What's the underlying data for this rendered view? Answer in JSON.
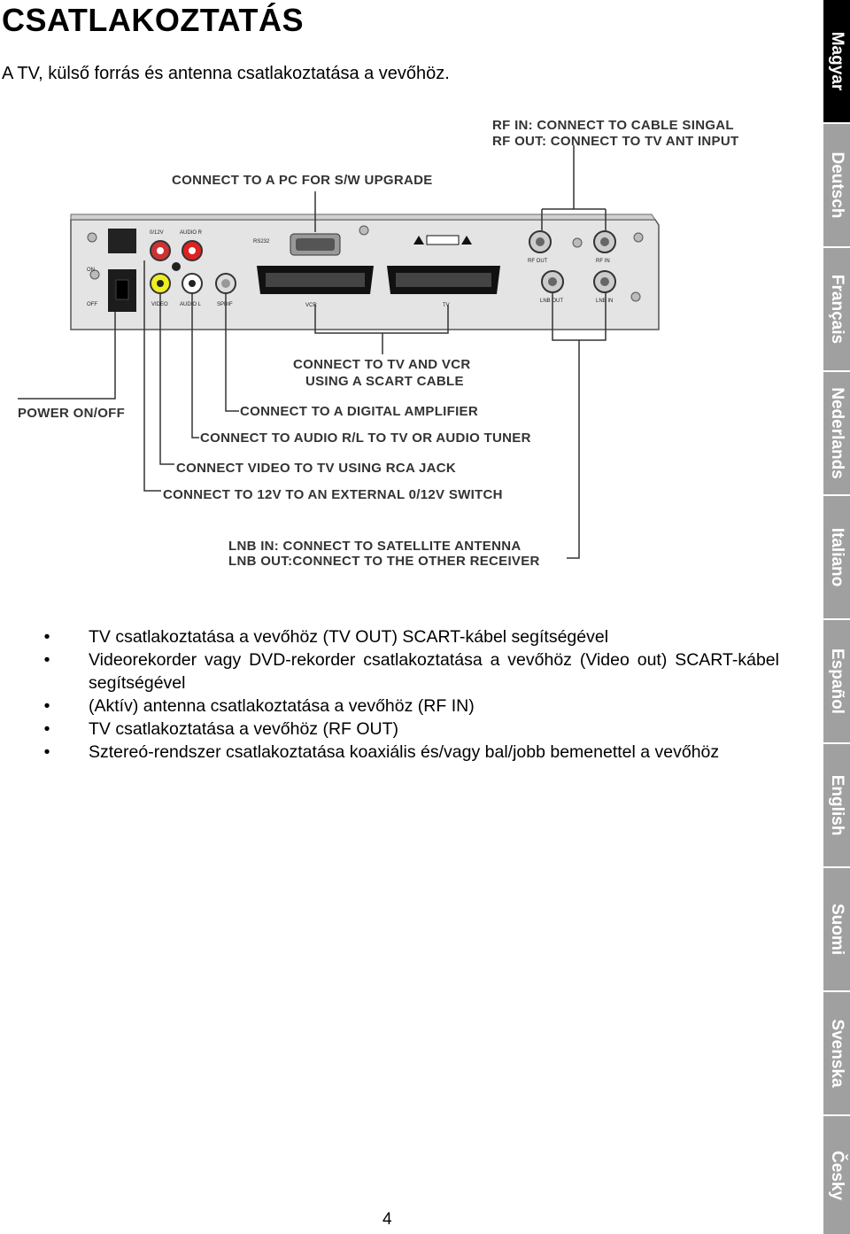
{
  "title": "CSATLAKOZTATÁS",
  "intro": "A TV, külső forrás és antenna csatlakoztatása a vevőhöz.",
  "diagram": {
    "labels": {
      "rf": [
        "RF IN: CONNECT TO CABLE SINGAL",
        "RF OUT: CONNECT TO TV ANT INPUT"
      ],
      "pc": "CONNECT TO A PC FOR S/W UPGRADE",
      "scart": [
        "CONNECT TO TV AND VCR",
        "USING A SCART CABLE"
      ],
      "power": "POWER ON/OFF",
      "amp": "CONNECT TO A DIGITAL AMPLIFIER",
      "audio": "CONNECT TO AUDIO R/L TO TV OR AUDIO TUNER",
      "video": "CONNECT VIDEO TO TV USING RCA JACK",
      "v12": "CONNECT TO 12V TO AN EXTERNAL 0/12V SWITCH",
      "lnb": [
        "LNB IN: CONNECT TO SATELLITE ANTENNA",
        "LNB OUT:CONNECT TO THE OTHER RECEIVER"
      ]
    },
    "panel": {
      "on": "ON",
      "off": "OFF",
      "v12": "0/12V",
      "audio_r": "AUDIO R",
      "video": "VIDEO",
      "audio_l": "AUDIO L",
      "spdif": "SPDIF",
      "rs232": "RS232",
      "vcr": "VCR",
      "tv": "TV",
      "rf_out": "RF OUT",
      "rf_in": "RF IN",
      "lnb_out": "LNB OUT",
      "lnb_in": "LNB IN"
    }
  },
  "bullets": [
    "TV csatlakoztatása a vevőhöz (TV OUT) SCART-kábel segítségével",
    "Videorekorder vagy DVD-rekorder csatlakoztatása a vevőhöz (Video out) SCART-kábel segítségével",
    "(Aktív) antenna csatlakoztatása a vevőhöz (RF IN)",
    "TV csatlakoztatása a vevőhöz (RF OUT)",
    "Sztereó-rendszer csatlakoztatása koaxiális és/vagy bal/jobb bemenettel a vevőhöz"
  ],
  "bullet_symbol": "•",
  "page_number": "4",
  "languages": [
    "Magyar",
    "Deutsch",
    "Français",
    "Nederlands",
    "Italiano",
    "Español",
    "English",
    "Suomi",
    "Svenska",
    "Česky"
  ],
  "active_language": "Magyar",
  "colors": {
    "sidebar": "#a0a0a0",
    "active_tab": "#000000"
  }
}
